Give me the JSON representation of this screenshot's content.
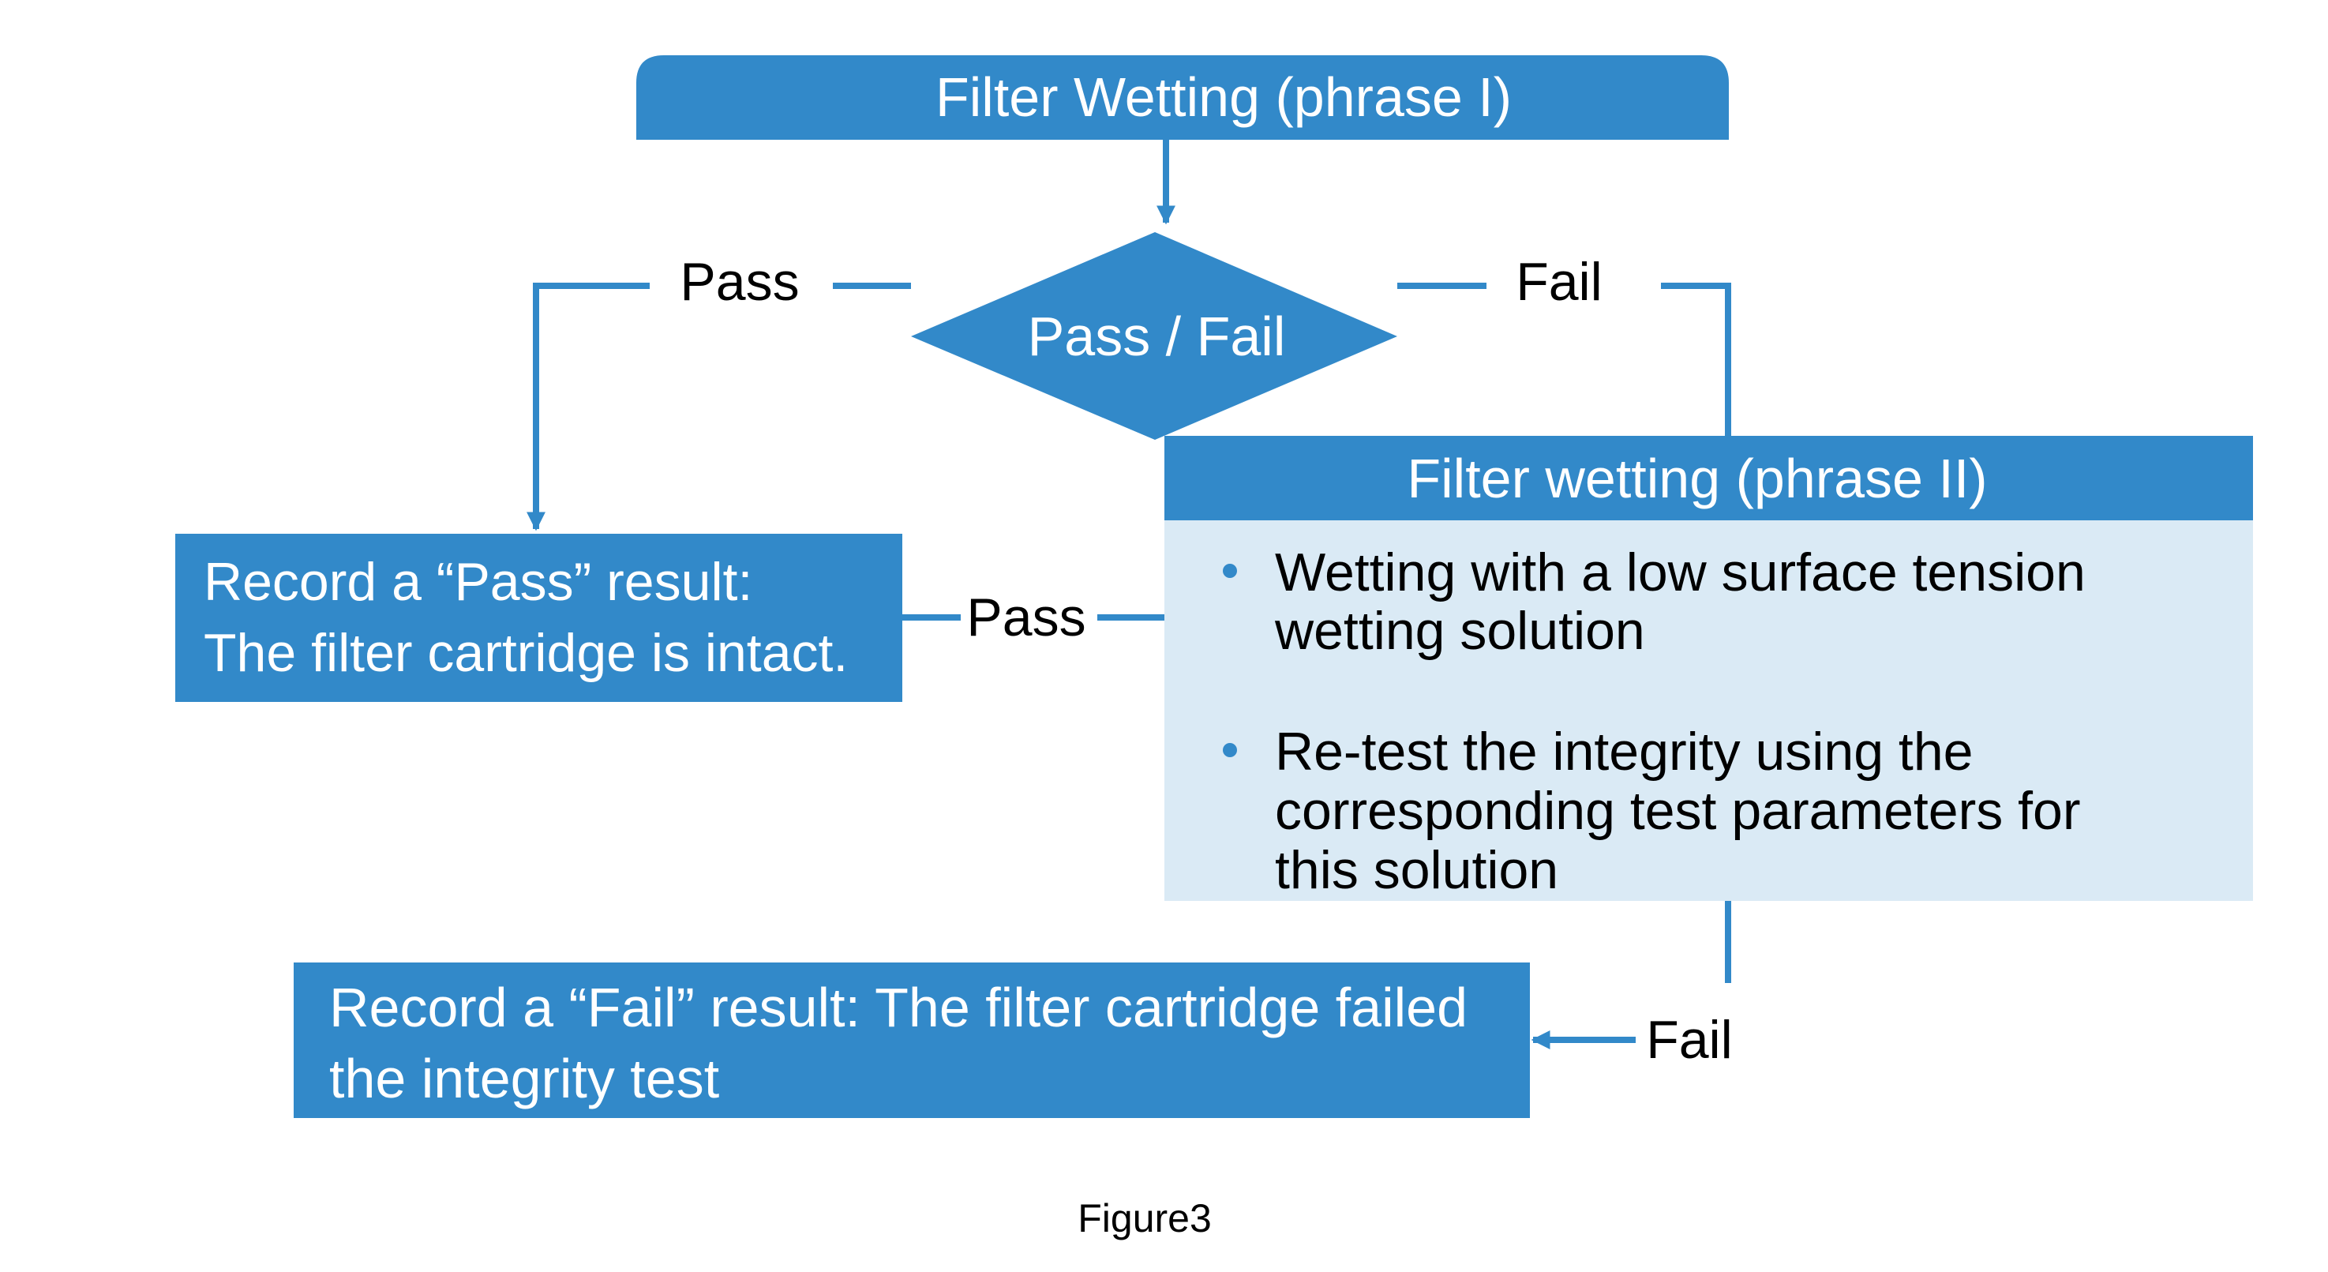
{
  "colors": {
    "primary_blue": "#3289C9",
    "light_blue": "#DAEAF5",
    "label_text": "#000000",
    "box_text": "#FFFFFF"
  },
  "nodes": {
    "phase1": {
      "label": "Filter Wetting (phrase I)"
    },
    "decision": {
      "label": "Pass / Fail"
    },
    "pass_result": {
      "lines": [
        "Record a “Pass” result:",
        "The filter cartridge is intact."
      ]
    },
    "phase2": {
      "title": "Filter wetting (phrase II)",
      "bullets": [
        {
          "lines": [
            "Wetting with a low surface tension",
            "wetting solution"
          ]
        },
        {
          "lines": [
            "Re-test the integrity using the",
            "corresponding test parameters for",
            "this solution"
          ]
        }
      ]
    },
    "fail_result": {
      "lines": [
        "Record a “Fail” result: The filter cartridge failed",
        "the integrity test"
      ]
    }
  },
  "edges": {
    "decision_pass_label": "Pass",
    "decision_fail_label": "Fail",
    "phase2_pass_label": "Pass",
    "phase2_fail_label": "Fail"
  },
  "caption": "Figure3"
}
